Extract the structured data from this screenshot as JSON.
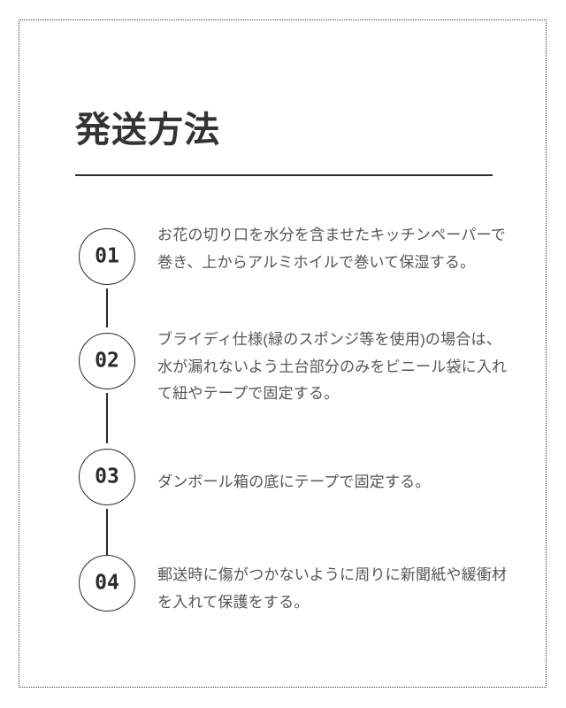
{
  "page": {
    "background_color": "#ffffff",
    "border_style": "dotted",
    "border_color": "#3a3a3a"
  },
  "header": {
    "title": "発送方法",
    "title_color": "#333333",
    "rule_color": "#2e2e2e"
  },
  "steps": [
    {
      "number": "01",
      "text": "お花の切り口を水分を含ませたキッチンペーパーで巻き、上からアルミホイルで巻いて保湿する。"
    },
    {
      "number": "02",
      "text": "ブライディ仕様(緑のスポンジ等を使用)の場合は、水が漏れないよう土台部分のみをビニール袋に入れて紐やテープで固定する。"
    },
    {
      "number": "03",
      "text": "ダンボール箱の底にテープで固定する。"
    },
    {
      "number": "04",
      "text": "郵送時に傷がつかないように周りに新聞紙や緩衝材を入れて保護をする。"
    }
  ],
  "style": {
    "marker_border_color": "#2b2b2b",
    "number_color": "#2b2b2b",
    "body_text_color": "#555555"
  }
}
